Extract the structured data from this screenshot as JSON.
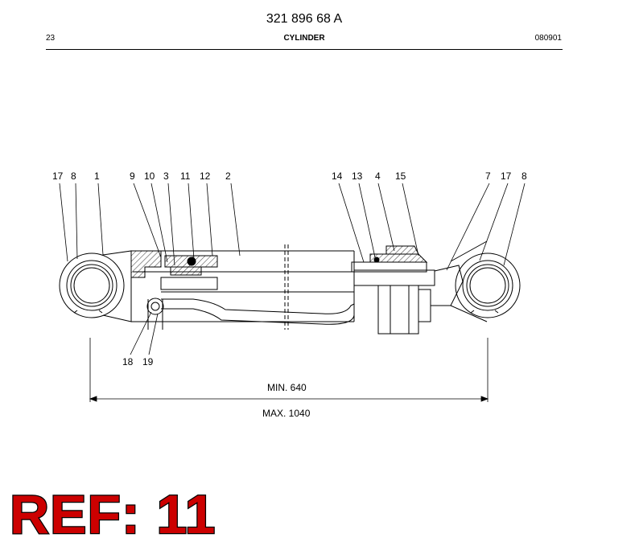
{
  "header": {
    "part_number": "321 896 68 A",
    "page": "23",
    "title": "CYLINDER",
    "date_code": "080901"
  },
  "callouts": {
    "top_left": [
      "17",
      "8",
      "1",
      "9",
      "10",
      "3",
      "11",
      "12",
      "2"
    ],
    "top_right": [
      "14",
      "13",
      "4",
      "15",
      "7",
      "17",
      "8"
    ],
    "bottom": [
      "18",
      "19"
    ]
  },
  "dimensions": {
    "min": "MIN. 640",
    "max": "MAX. 1040"
  },
  "stamp": {
    "text": "REF: 11",
    "color": "#cc0000"
  }
}
